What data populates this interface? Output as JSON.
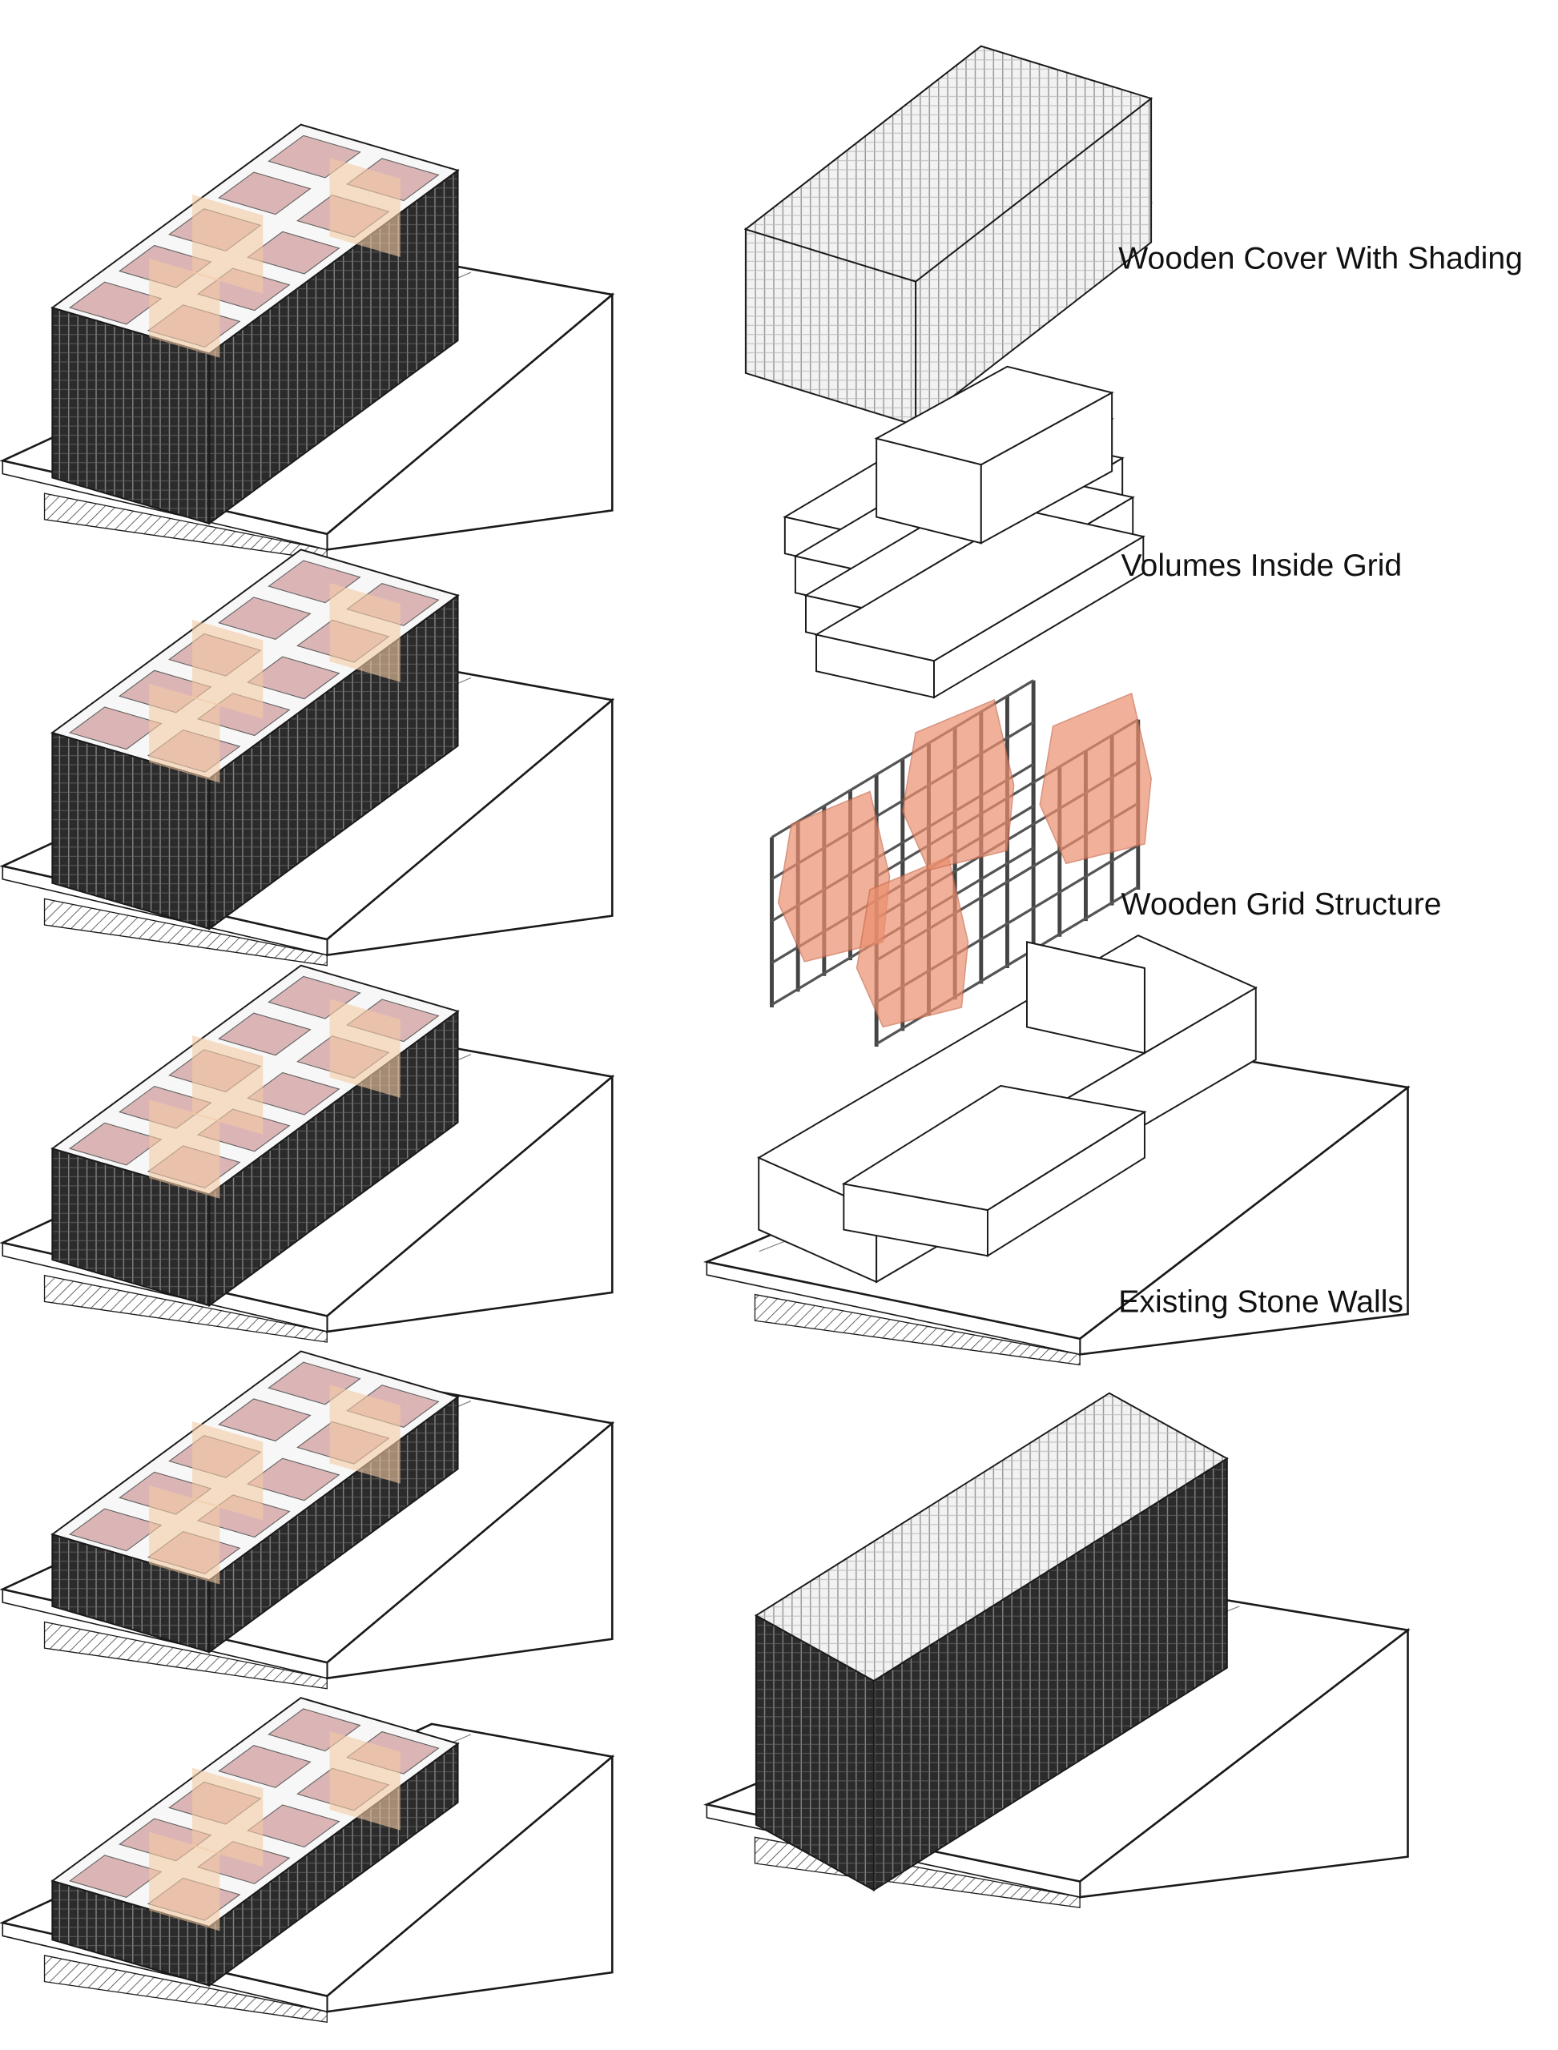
{
  "labels": {
    "cover": "Wooden Cover With Shading",
    "volumes": "Volumes Inside Grid",
    "grid": "Wooden Grid Structure",
    "walls": "Existing Stone Walls"
  },
  "colors": {
    "line": "#1a1a1a",
    "facade_dark": "#2b2b2b",
    "room_pink": "#d9aeb0",
    "shading_peach": "#f3c9a3",
    "grid_orange": "#ec8f6f",
    "cover_gray": "#9a9a9a"
  }
}
